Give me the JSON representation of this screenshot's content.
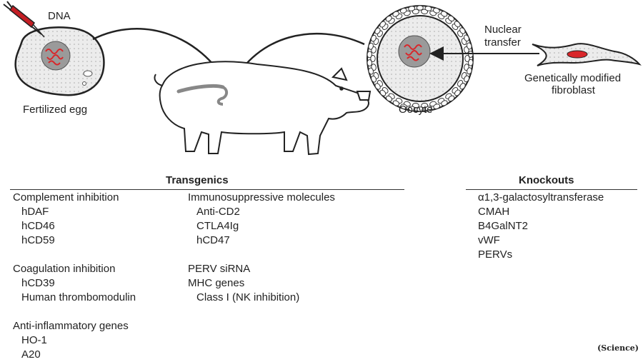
{
  "illustration": {
    "labels": {
      "dna": "DNA",
      "fertilized_egg": "Fertilized egg",
      "nuclear_transfer_line1": "Nuclear",
      "nuclear_transfer_line2": "transfer",
      "oocyte": "Oocyte",
      "fibroblast_line1": "Genetically modified",
      "fibroblast_line2": "fibroblast"
    },
    "icons": [
      "syringe-icon",
      "fertilized-egg-icon",
      "pig-icon",
      "oocyte-icon",
      "fibroblast-icon"
    ],
    "colors": {
      "dna": "#d9262a",
      "syringe": "#c41e24",
      "cytoplasm": "#e6e6e6",
      "line": "#222222"
    }
  },
  "transgenics": {
    "heading": "Transgenics",
    "col1": [
      {
        "text": "Complement inhibition",
        "level": 0
      },
      {
        "text": "hDAF",
        "level": 1
      },
      {
        "text": "hCD46",
        "level": 1
      },
      {
        "text": "hCD59",
        "level": 1
      },
      {
        "text": "",
        "level": 0
      },
      {
        "text": "Coagulation inhibition",
        "level": 0
      },
      {
        "text": "hCD39",
        "level": 1
      },
      {
        "text": "Human thrombomodulin",
        "level": 1
      },
      {
        "text": "",
        "level": 0
      },
      {
        "text": "Anti-inflammatory genes",
        "level": 0
      },
      {
        "text": "HO-1",
        "level": 1
      },
      {
        "text": "A20",
        "level": 1
      }
    ],
    "col2": [
      {
        "text": "Immunosuppressive molecules",
        "level": 0
      },
      {
        "text": "Anti-CD2",
        "level": 1
      },
      {
        "text": "CTLA4Ig",
        "level": 1
      },
      {
        "text": "hCD47",
        "level": 1
      },
      {
        "text": "",
        "level": 0
      },
      {
        "text": "PERV siRNA",
        "level": 0
      },
      {
        "text": "MHC genes",
        "level": 0
      },
      {
        "text": "Class I (NK inhibition)",
        "level": 1
      }
    ]
  },
  "knockouts": {
    "heading": "Knockouts",
    "items": [
      "α1,3-galactosyltransferase",
      "CMAH",
      "B4GalNT2",
      "vWF",
      "PERVs"
    ]
  },
  "credit": "(Science)"
}
